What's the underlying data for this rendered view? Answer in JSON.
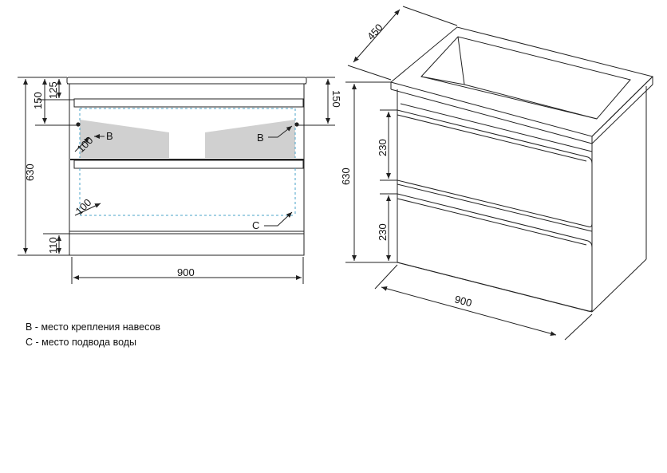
{
  "dimensions": {
    "front_height_total": "630",
    "front_top_150": "150",
    "front_top_125": "125",
    "front_bottom_110": "110",
    "front_width": "900",
    "front_right_150": "150",
    "mount_offset_upper": "100",
    "mount_offset_lower": "100",
    "iso_depth": "450",
    "iso_height_total": "630",
    "iso_drawer_upper": "230",
    "iso_drawer_lower": "230",
    "iso_width": "900"
  },
  "markers": {
    "mount_left": "B",
    "mount_right": "B",
    "water": "C"
  },
  "legend": {
    "line_b": "B - место крепления навесов",
    "line_c": "C - место подвода воды"
  },
  "colors": {
    "line": "#222222",
    "dashed": "#4aa3c9",
    "shade": "#d0d0d0"
  }
}
